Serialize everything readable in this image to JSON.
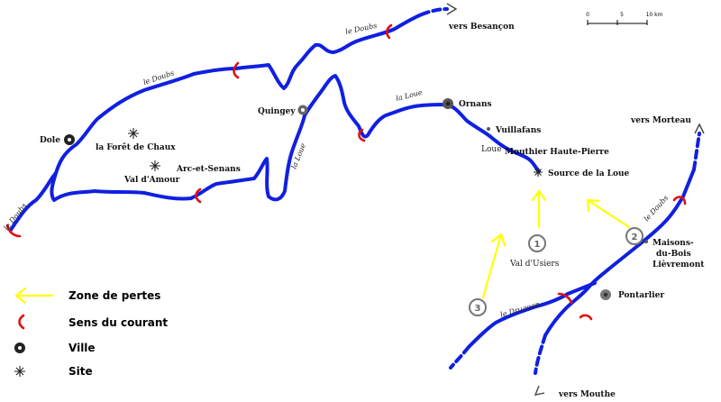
{
  "colors": {
    "river": "#1020e0",
    "loss_arrow": "#ffff00",
    "flow_mark": "#e01010",
    "city": "#333333",
    "numbered": "#777777"
  },
  "scale": {
    "ticks": [
      "0",
      "5",
      "10 km"
    ]
  },
  "rivers": {
    "doubs_1": "le Doubs",
    "doubs_2": "le Doubs",
    "doubs_3": "le Doubs",
    "doubs_4": "le Doubs",
    "loue_1": "la Loue",
    "loue_2": "la Loue",
    "loue_3": "Loue",
    "drugeon": "le Drugeon"
  },
  "towns": {
    "dole": "Dole",
    "quingey": "Quingey",
    "ornans": "Ornans",
    "pontarlier": "Pontarlier",
    "vuillafans": "Vuillafans",
    "mouthier": "Mouthier Haute-Pierre",
    "source": "Source de la Loue",
    "foret": "la Forêt de Chaux",
    "arc": "Arc-et-Senans",
    "val_amour": "Val d'Amour",
    "val_usiers": "Val d'Usiers",
    "maisons_1": "Maisons-",
    "maisons_2": "du-Bois",
    "lievremont": "Lièvremont"
  },
  "directions": {
    "besancon": "vers Besançon",
    "morteau": "vers Morteau",
    "mouthe": "vers Mouthe"
  },
  "loss_zones": [
    "1",
    "2",
    "3"
  ],
  "legend": {
    "items": [
      {
        "icon": "yellow-arrow-icon",
        "label": "Zone de pertes"
      },
      {
        "icon": "red-bracket-icon",
        "label": "Sens du courant"
      },
      {
        "icon": "city-ring-icon",
        "label": "Ville"
      },
      {
        "icon": "site-star-icon",
        "label": "Site"
      }
    ]
  }
}
